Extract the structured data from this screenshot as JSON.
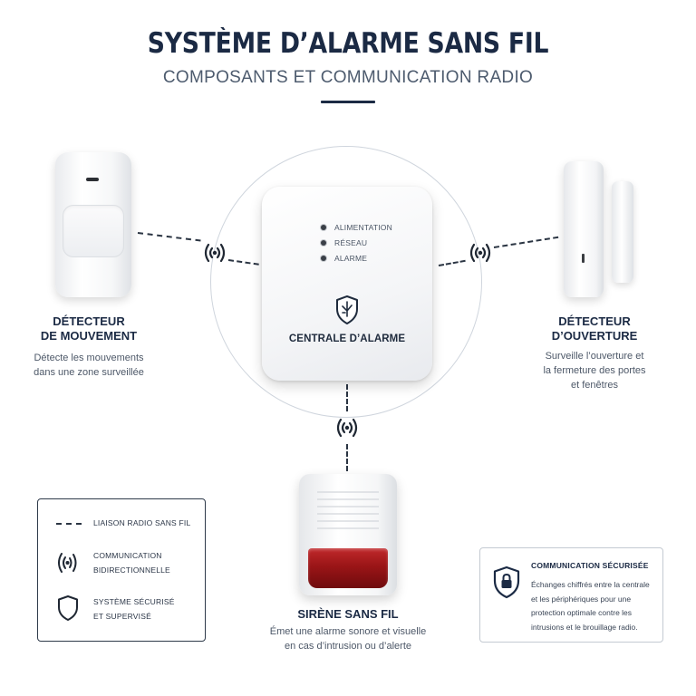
{
  "header": {
    "title": "SYSTÈME D’ALARME SANS FIL",
    "subtitle": "COMPOSANTS ET COMMUNICATION RADIO"
  },
  "central": {
    "indicators": [
      "ALIMENTATION",
      "RÉSEAU",
      "ALARME"
    ],
    "label": "CENTRALE D’ALARME"
  },
  "devices": {
    "motion": {
      "title_line1": "DÉTECTEUR",
      "title_line2": "DE MOUVEMENT",
      "desc_line1": "Détecte les mouvements",
      "desc_line2": "dans une zone surveillée"
    },
    "opening": {
      "title_line1": "DÉTECTEUR",
      "title_line2": "D’OUVERTURE",
      "desc_line1": "Surveille l’ouverture et",
      "desc_line2": "la fermeture des portes",
      "desc_line3": "et fenêtres"
    },
    "siren": {
      "title": "SIRÈNE SANS FIL",
      "desc_line1": "Émet une alarme sonore et visuelle",
      "desc_line2": "en cas d’intrusion ou d’alerte"
    }
  },
  "legend": {
    "radio_link": "LIAISON RADIO SANS FIL",
    "bidir_line1": "COMMUNICATION",
    "bidir_line2": "BIDIRECTIONNELLE",
    "secure_line1": "SYSTÈME SÉCURISÉ",
    "secure_line2": "ET SUPERVISÉ"
  },
  "secure_box": {
    "title": "COMMUNICATION SÉCURISÉE",
    "lines": [
      "Échanges chiffrés entre la centrale",
      "et les périphériques pour une",
      "protection optimale contre les",
      "intrusions et le brouillage radio."
    ]
  },
  "colors": {
    "navy": "#1b2a44",
    "siren_red": "#b0201f",
    "text_gray": "#4d5868"
  },
  "icons": [
    "radio-wave-icon",
    "shield-icon",
    "shield-lock-icon"
  ]
}
